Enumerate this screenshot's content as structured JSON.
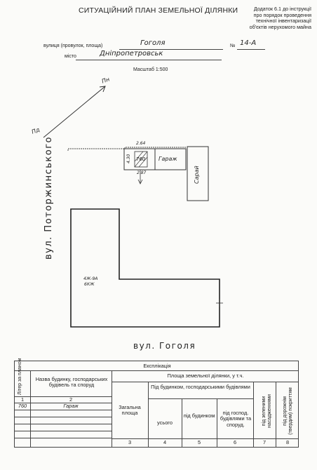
{
  "header": {
    "title": "СИТУАЦІЙНИЙ ПЛАН ЗЕМЕЛЬНОЇ ДІЛЯНКИ",
    "annex_lines": [
      "Додаток 6.1 до інструкції",
      "про порядок проведення",
      "технічної інвентаризації",
      "об'єктів нерухомого майна"
    ]
  },
  "address": {
    "street_label": "вулиця (провулок, площа)",
    "street_value": "Гоголя",
    "number_label": "№",
    "number_value": "14-А",
    "city_label": "місто",
    "city_value": "Дніпропетровськ"
  },
  "plan": {
    "scale": "Масштаб 1:500",
    "north_label": "Пн",
    "south_label": "Пд",
    "street_left": "вул. Поторжинського",
    "street_bottom": "вул. Гоголя",
    "garage_label": "Гараж",
    "garage_number": "760",
    "garage_width": "2.64",
    "garage_depth": "4.30",
    "garage_bottom": "2.87",
    "shed_label": "Сарай",
    "main_building_label": "4Ж-9А",
    "main_building_sub": "6КЖ"
  },
  "table": {
    "title": "Експлікація",
    "col_litera": "Літер за планом",
    "col_name": "Назва будинку, господарських будівель та споруд",
    "col_area_group": "Площа земельної ділянки, у т.ч.",
    "col_total": "Загальна площа",
    "col_built_group": "Під будинком, господарськими будівлями",
    "col_all": "усього",
    "col_under_house": "під будинком",
    "col_under_outbuildings": "під господ. будівлями та споруд.",
    "col_green": "під зеленими насадженнями",
    "col_roads": "під дорожнім (твердим) покриттям",
    "num_1": "1",
    "num_2": "2",
    "num_3": "3",
    "num_4": "4",
    "num_5": "5",
    "num_6": "6",
    "num_7": "7",
    "num_8": "8",
    "row_litera": "760",
    "row_name": "Гараж"
  }
}
